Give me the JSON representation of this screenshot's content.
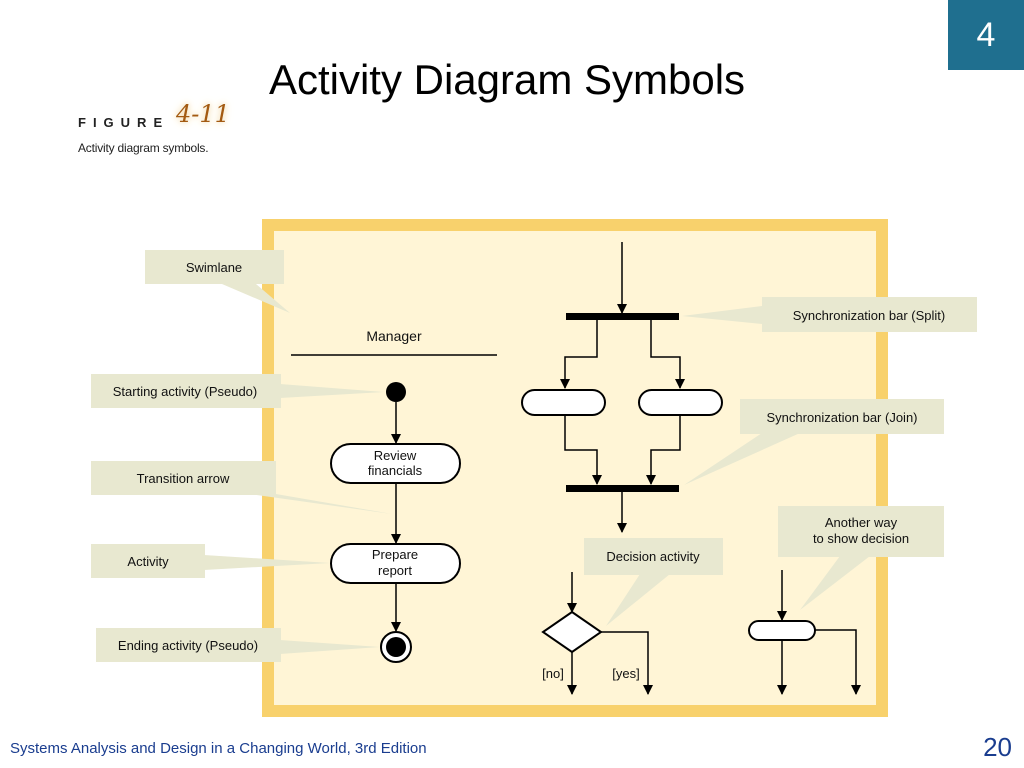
{
  "slide": {
    "chapter_badge": "4",
    "title": "Activity Diagram Symbols",
    "figure_word": "FIGURE",
    "figure_number": "4-11",
    "figure_caption": "Activity diagram symbols.",
    "footer": "Systems Analysis and Design in a Changing World, 3rd Edition",
    "page_number": "20"
  },
  "diagram": {
    "colors": {
      "frame": "#f8d16c",
      "panel": "#fff5d6",
      "callout": "#e8e8d0",
      "badge": "#1f6f8f",
      "footer_text": "#1a3d8f"
    },
    "swimlane_heading": "Manager",
    "callouts": {
      "swimlane": "Swimlane",
      "starting_activity": "Starting activity (Pseudo)",
      "transition_arrow": "Transition arrow",
      "activity": "Activity",
      "ending_activity": "Ending activity (Pseudo)",
      "sync_split": "Synchronization bar (Split)",
      "sync_join": "Synchronization bar (Join)",
      "decision_activity": "Decision activity",
      "another_way_1": "Another way",
      "another_way_2": "to show decision"
    },
    "activities": {
      "review_1": "Review",
      "review_2": "financials",
      "prepare_1": "Prepare",
      "prepare_2": "report"
    },
    "guards": {
      "no": "[no]",
      "yes": "[yes]"
    }
  }
}
